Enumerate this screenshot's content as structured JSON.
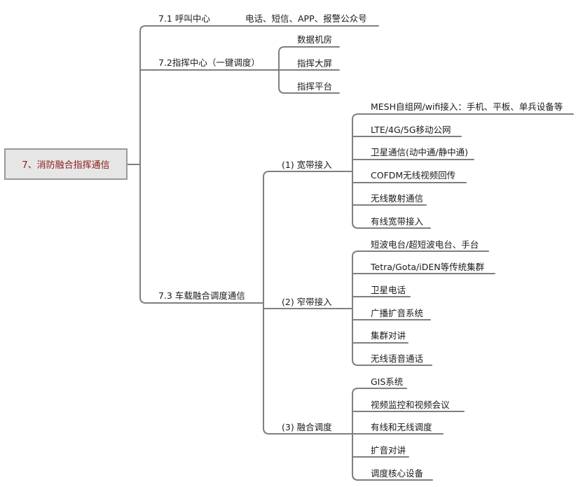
{
  "colors": {
    "line": "#7f7f7f",
    "root_text": "#8b1a1a",
    "root_fill": "#e6e6e6"
  },
  "root": {
    "label": "7、消防融合指挥通信"
  },
  "branches": [
    {
      "label": "7.1 呼叫中心",
      "note": "电话、短信、APP、报警公众号"
    },
    {
      "label": "7.2指挥中心（一键调度）",
      "children": [
        "数据机房",
        "指挥大屏",
        "指挥平台"
      ]
    },
    {
      "label": "7.3 车载融合调度通信",
      "children": [
        {
          "label": "(1)  宽带接入",
          "children": [
            "MESH自组网/wifi接入：手机、平板、单兵设备等",
            "LTE/4G/5G移动公网",
            "卫星通信(动中通/静中通)",
            "COFDM无线视频回传",
            "无线散射通信",
            "有线宽带接入"
          ]
        },
        {
          "label": "(2)  窄带接入",
          "children": [
            "短波电台/超短波电台、手台",
            "Tetra/Gota/iDEN等传统集群",
            "卫星电话",
            "广播扩音系统",
            "集群对讲",
            "无线语音通话"
          ]
        },
        {
          "label": "(3)  融合调度",
          "children": [
            "GIS系统",
            "视频监控和视频会议",
            "有线和无线调度",
            "扩音对讲",
            "调度核心设备"
          ]
        }
      ]
    }
  ]
}
